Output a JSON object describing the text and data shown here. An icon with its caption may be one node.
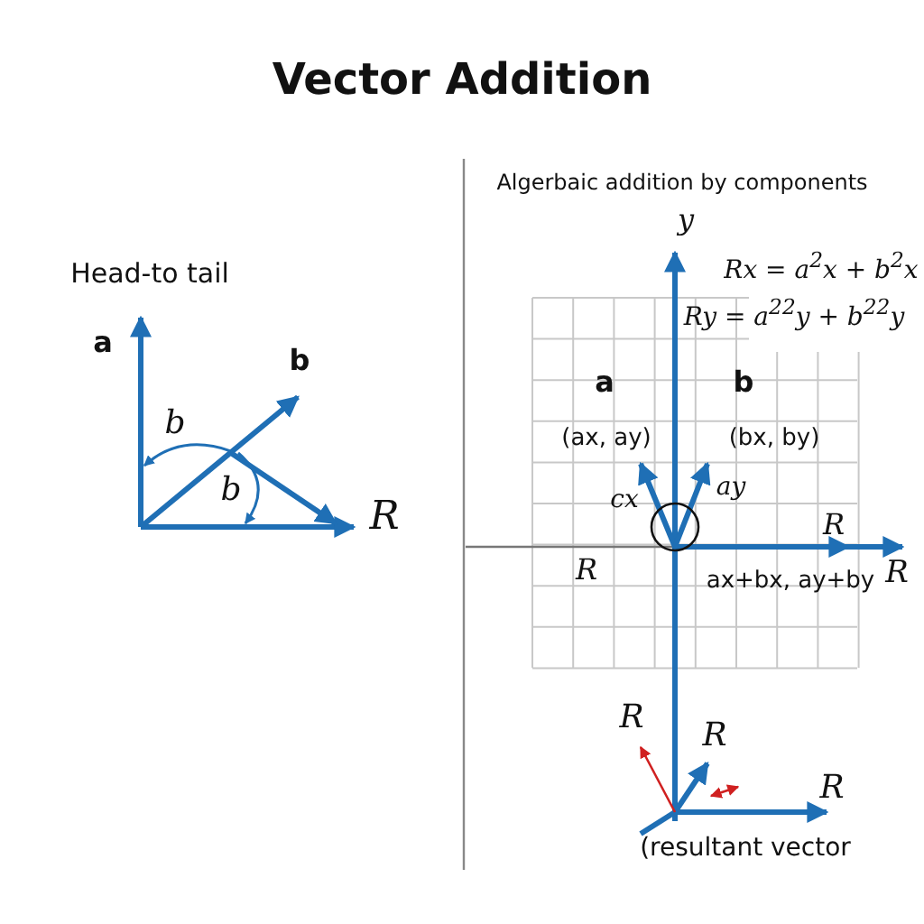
{
  "diagram": {
    "title": "Vector Addition",
    "labels": [
      "Head-to tail",
      "a",
      "b",
      "b",
      "b",
      "R",
      "Algerbaic addition by components",
      "y",
      "Rx = a$^{2}$x + b$^{2}$x",
      "Ry = a$^{22}$y + b$^{22}$y",
      "a",
      "b",
      "(ax, ay)",
      "(bx, by)",
      "cx",
      "ay",
      "R",
      "R",
      "ax+bx, ay+by",
      "R",
      "R",
      "R",
      "R",
      "(resultant vector"
    ]
  }
}
